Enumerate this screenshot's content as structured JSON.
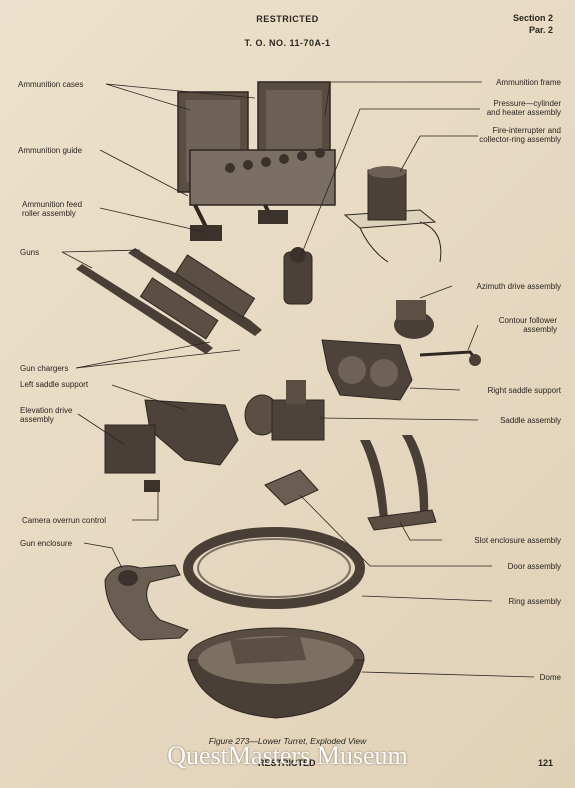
{
  "header": {
    "classification": "RESTRICTED",
    "document_number": "T. O. NO. 11-70A-1",
    "section": "Section 2",
    "paragraph": "Par. 2"
  },
  "labels": {
    "ammunition_cases": "Ammunition cases",
    "ammunition_guide": "Ammunition guide",
    "ammunition_feed_roller": "Ammunition feed\nroller assembly",
    "guns": "Guns",
    "gun_chargers": "Gun chargers",
    "left_saddle_support": "Left saddle support",
    "elevation_drive": "Elevation drive\nassembly",
    "camera_overrun_control": "Camera overrun control",
    "gun_enclosure": "Gun enclosure",
    "ammunition_frame": "Ammunition frame",
    "pressure_cylinder": "Pressure—cylinder\nand heater assembly",
    "fire_interrupter": "Fire-interrupter and\ncollector-ring assembly",
    "azimuth_drive": "Azimuth drive assembly",
    "contour_follower": "Contour follower\nassembly",
    "right_saddle_support": "Right saddle support",
    "saddle_assembly": "Saddle assembly",
    "slot_enclosure": "Slot enclosure assembly",
    "door_assembly": "Door assembly",
    "ring_assembly": "Ring assembly",
    "dome": "Dome"
  },
  "caption": "Figure 273—Lower Turret, Exploded View",
  "footer": {
    "classification": "RESTRICTED",
    "page_number": "121"
  },
  "watermark": "QuestMasters Museum"
}
